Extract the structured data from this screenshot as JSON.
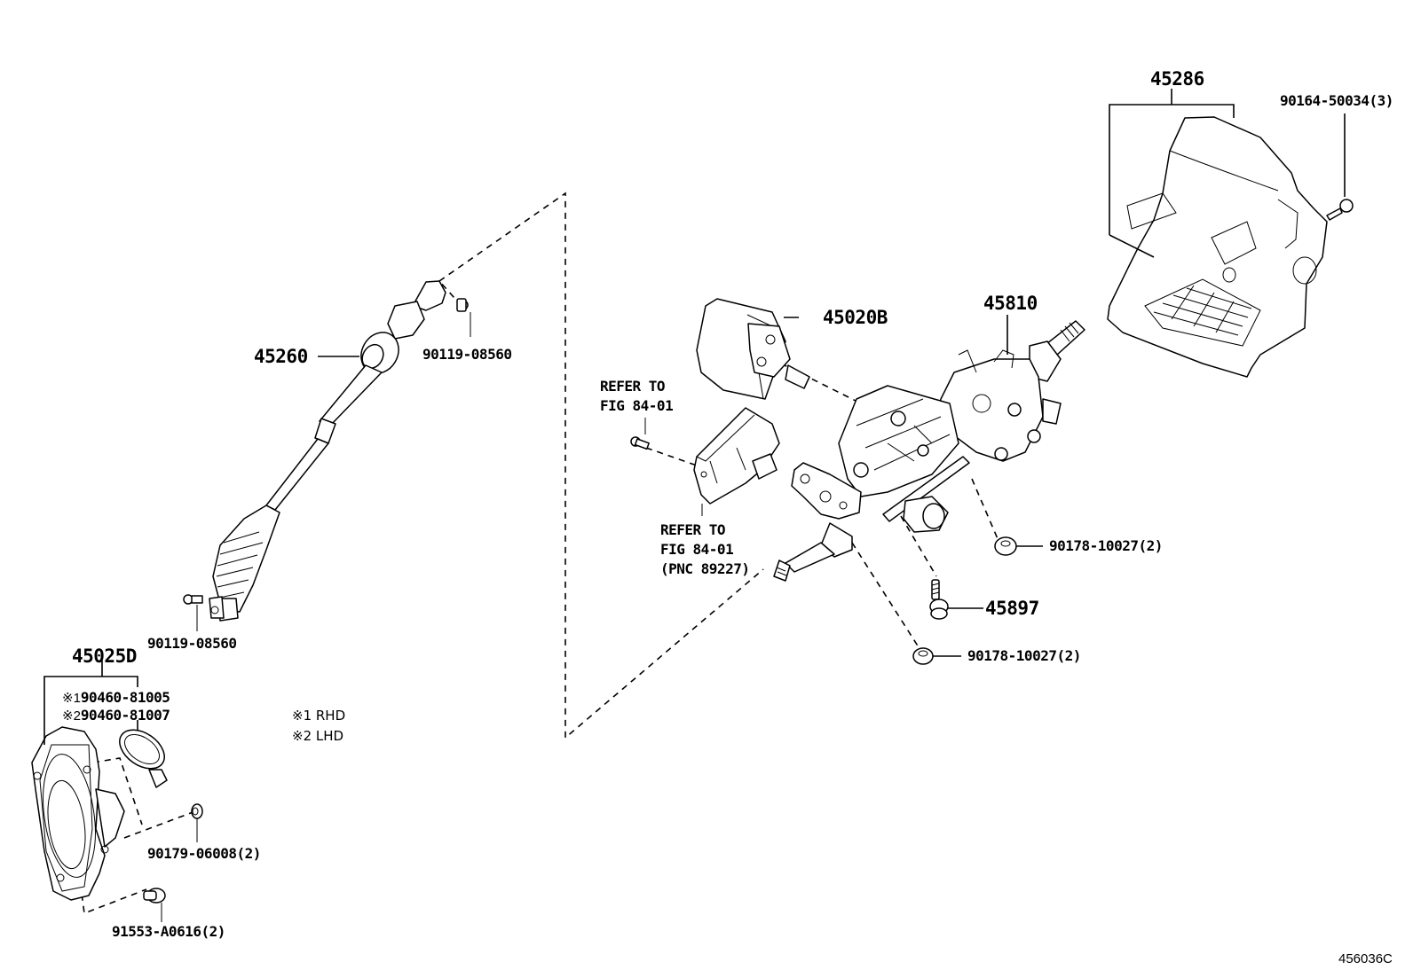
{
  "diagram": {
    "title": "Steering column exploded parts diagram",
    "figure_code": "456036C",
    "parts": {
      "upper_cover": "45286",
      "cover_screw": "90164-50034(3)",
      "intermediate_shaft": "45260",
      "shaft_bolt_upper": "90119-08560",
      "shaft_bolt_lower": "90119-08560",
      "lock_assembly": "45020B",
      "column_assembly": "45810",
      "nut_right": "90178-10027(2)",
      "bolt_center": "45897",
      "nut_lower": "90178-10027(2)",
      "hole_cover": "45025D",
      "clamp_rhd": "90460-81005",
      "clamp_lhd": "90460-81007",
      "cover_nut": "90179-06008(2)",
      "cover_bolt": "91553-A0616(2)"
    },
    "clamp_markers": {
      "rhd": "※1",
      "lhd": "※2"
    },
    "references": {
      "ref1_line1": "REFER TO",
      "ref1_line2": "FIG 84-01",
      "ref2_line1": "REFER TO",
      "ref2_line2": "FIG 84-01",
      "ref2_line3": "(PNC 89227)"
    },
    "legend": {
      "rhd": "※1 RHD",
      "lhd": "※2 LHD"
    }
  }
}
